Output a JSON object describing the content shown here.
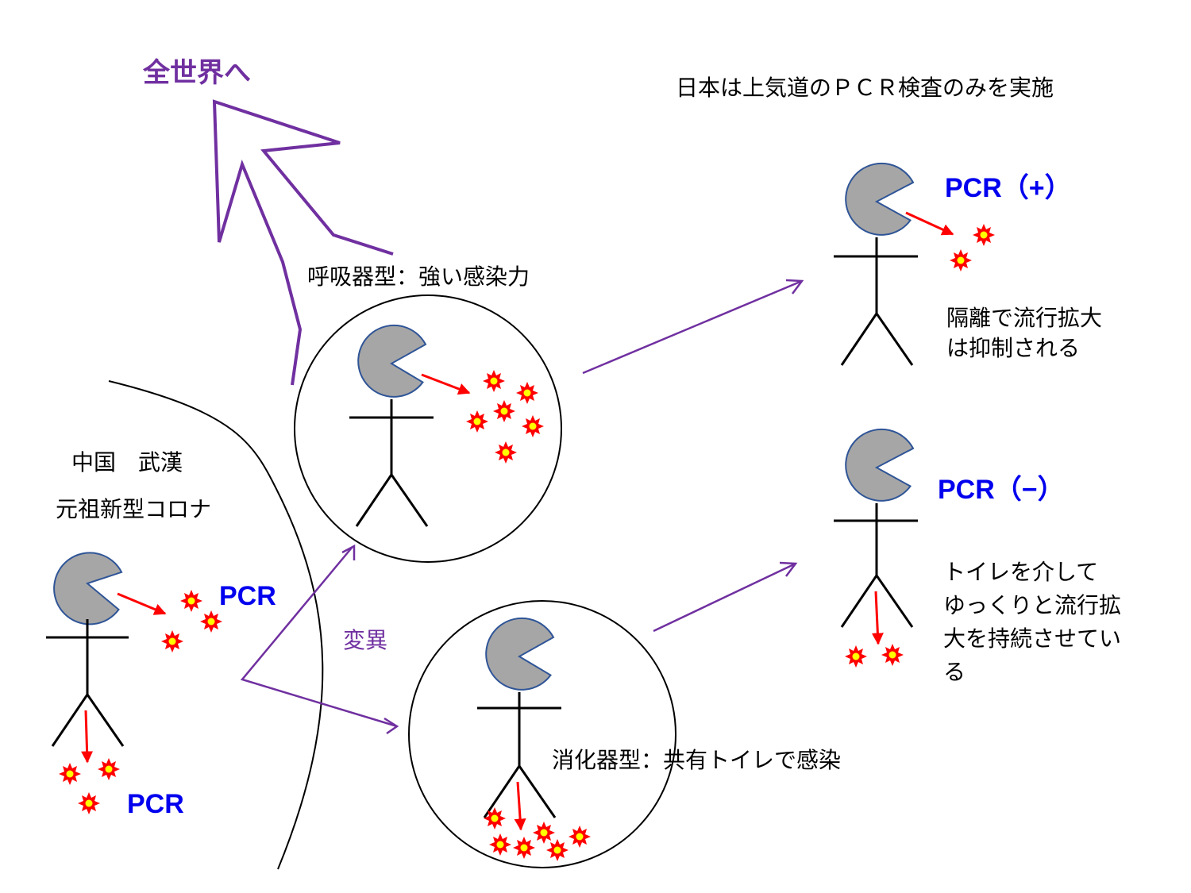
{
  "texts": {
    "world_arrow_label": "全世界へ",
    "japan_note": "日本は上気道のＰＣＲ検査のみを実施",
    "respiratory_label": "呼吸器型：強い感染力",
    "wuhan_line1": "中国　武漢",
    "wuhan_line2": "元祖新型コロナ",
    "pcr_label_mouth": "PCR",
    "pcr_label_stool": "PCR",
    "mutation_label": "変異",
    "digestive_label": "消化器型：共有トイレで感染",
    "pcr_positive": "PCR（+）",
    "pcr_negative": "PCR（−）",
    "positive_note_line1": "隔離で流行拡大",
    "positive_note_line2": "は抑制される",
    "negative_note_line1": "トイレを介して",
    "negative_note_line2": "ゆっくりと流行拡",
    "negative_note_line3": "大を持続させてい",
    "negative_note_line4": "る"
  },
  "colors": {
    "purple_arrow": "#7030a0",
    "pcr_blue": "#0000ee",
    "virus_red": "#ff0000",
    "virus_yellow": "#ffff00",
    "head_gray": "#a6a6a6",
    "head_outline": "#2f5597"
  }
}
